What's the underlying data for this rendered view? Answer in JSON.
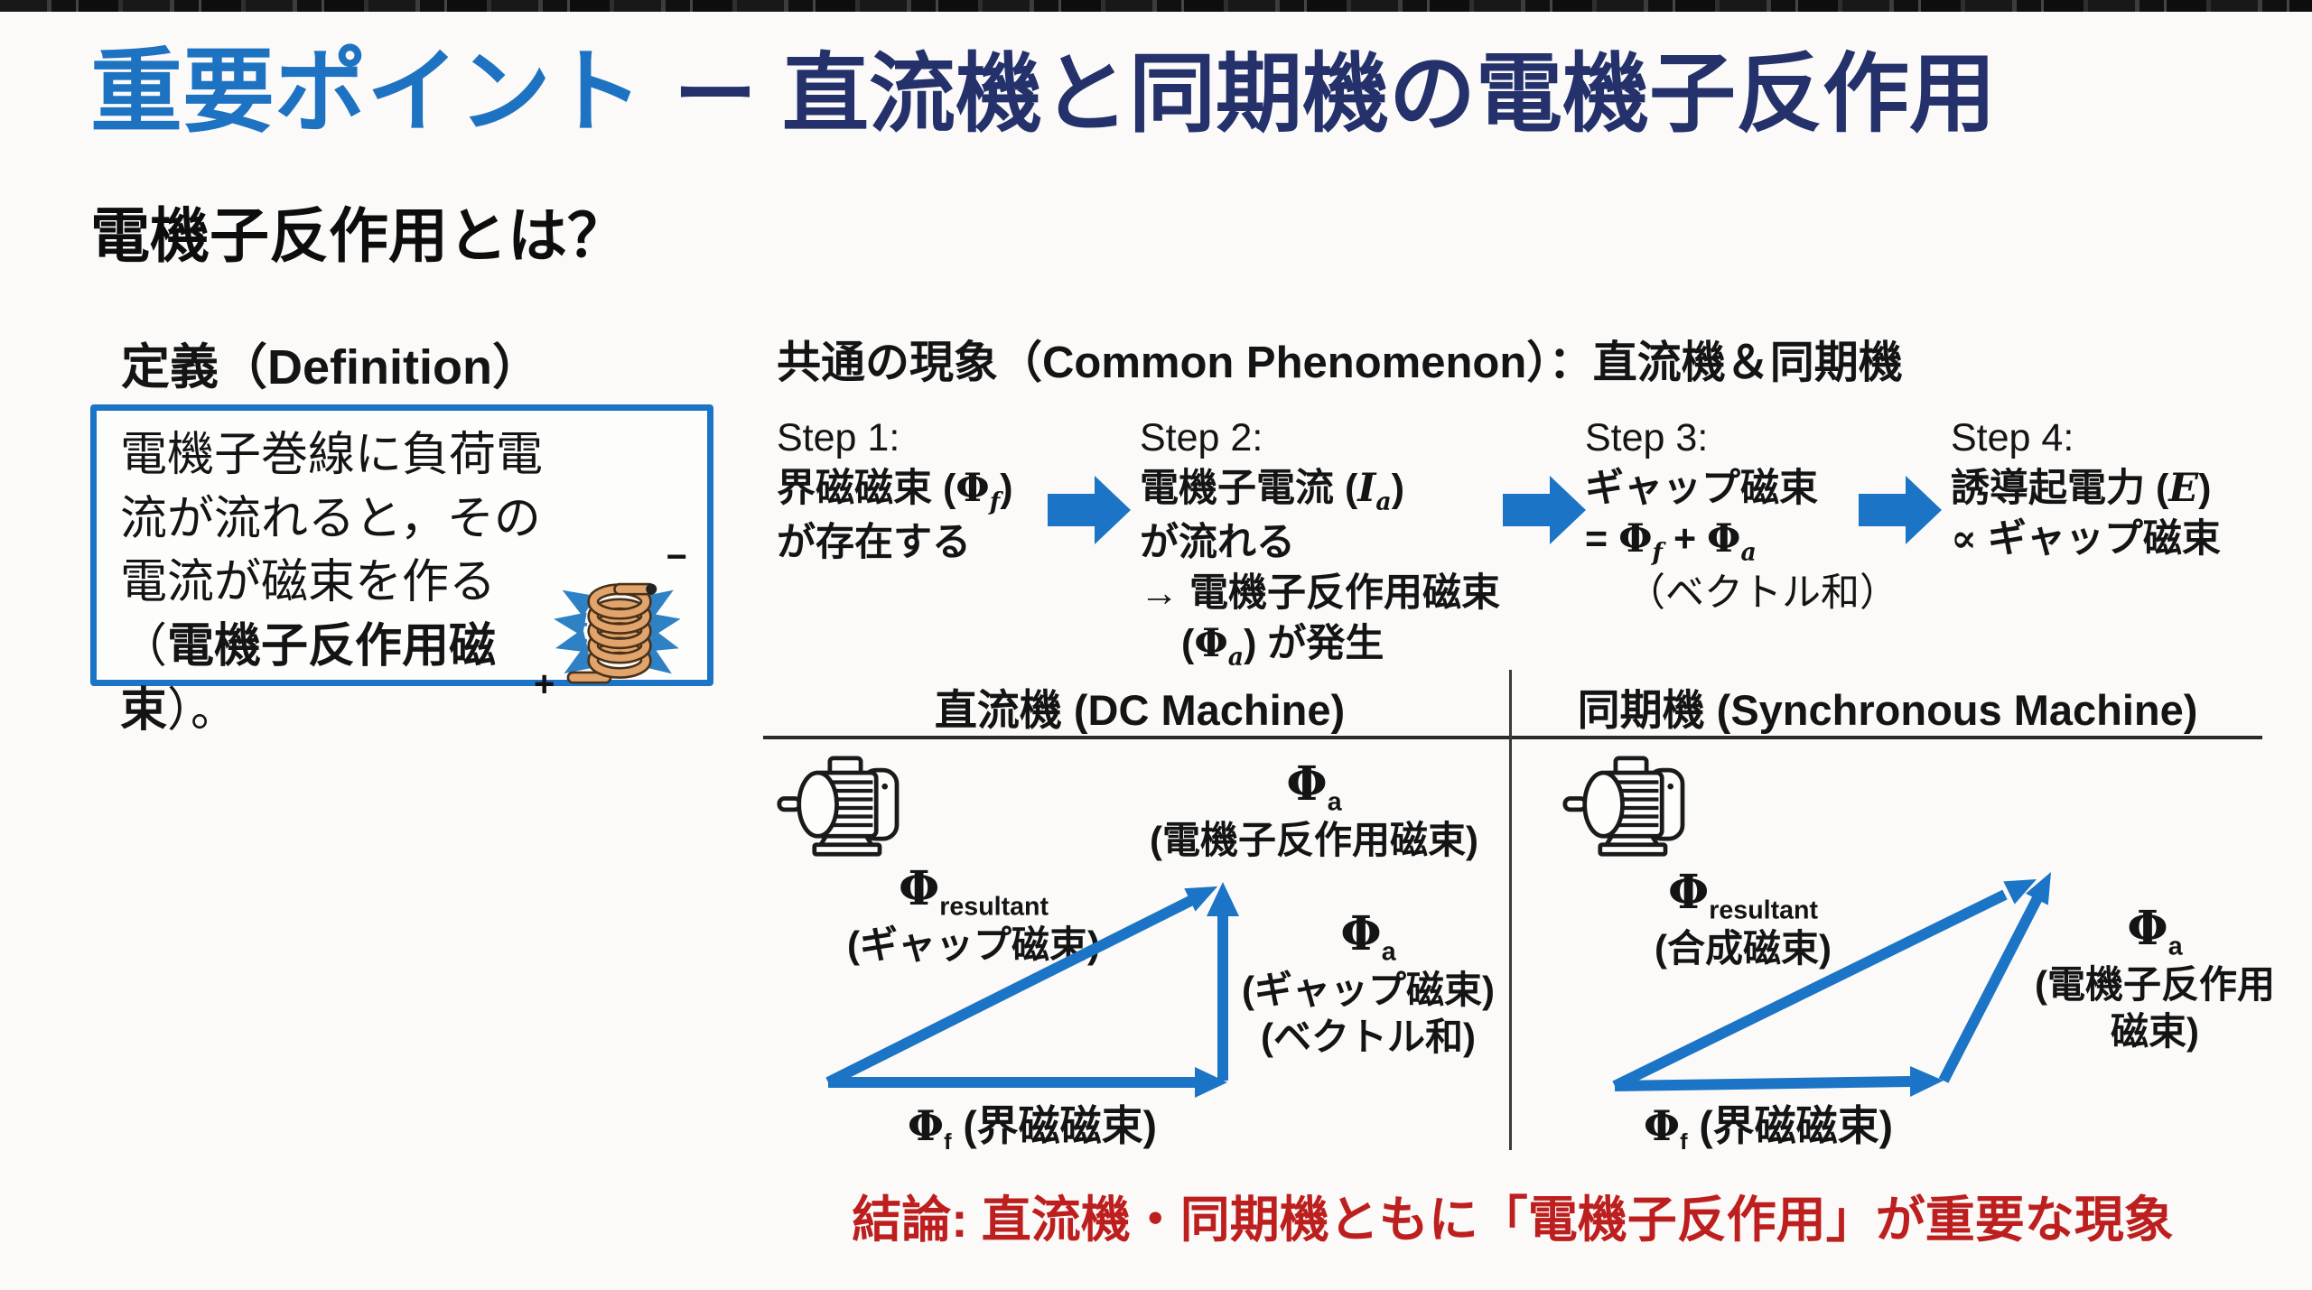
{
  "colors": {
    "accent": "#1b74c5",
    "title_blue": "#1d73c2",
    "title_navy": "#24316b",
    "red": "#bd1f1f",
    "ink": "#141414",
    "coil": "#e0a46c",
    "coil_dark": "#4a3017",
    "line": "#2b2b2b"
  },
  "title": {
    "highlight": "重要ポイント",
    "separator": "ー",
    "rest": "直流機と同期機の電機子反作用"
  },
  "subtitle": "電機子反作用とは？",
  "definition": {
    "heading": "定義（Definition）",
    "body_pre": "電機子巻線に負荷電流が流れると，その電流が磁束を作る（",
    "body_bold": "電機子反作用磁束",
    "body_post": "）。",
    "coil_plus": "+",
    "coil_minus": "−"
  },
  "common": {
    "heading": "共通の現象（Common Phenomenon）：直流機＆同期機",
    "steps": [
      {
        "label": "Step 1:",
        "lines": [
          [
            {
              "t": "界磁磁束 ("
            },
            {
              "m": "Φ"
            },
            {
              "s": "f"
            },
            {
              "t": ")"
            }
          ],
          [
            {
              "t": "が存在する"
            }
          ]
        ]
      },
      {
        "label": "Step 2:",
        "lines": [
          [
            {
              "t": "電機子電流 ("
            },
            {
              "i": "I"
            },
            {
              "s": "a"
            },
            {
              "t": ")"
            }
          ],
          [
            {
              "t": "が流れる"
            }
          ],
          [
            {
              "t": "→ 電機子反作用磁束"
            }
          ],
          [
            {
              "t": "("
            },
            {
              "m": "Φ"
            },
            {
              "s": "a"
            },
            {
              "t": ") が発生"
            }
          ]
        ]
      },
      {
        "label": "Step 3:",
        "lines": [
          [
            {
              "t": "ギャップ磁束"
            }
          ],
          [
            {
              "t": "= "
            },
            {
              "m": "Φ"
            },
            {
              "s": "f"
            },
            {
              "t": " + "
            },
            {
              "m": "Φ"
            },
            {
              "s": "a"
            }
          ],
          [
            {
              "t": "（ベクトル和）"
            }
          ]
        ]
      },
      {
        "label": "Step 4:",
        "lines": [
          [
            {
              "t": "誘導起電力 ("
            },
            {
              "i": "E"
            },
            {
              "t": ")"
            }
          ],
          [
            {
              "m": "∝"
            },
            {
              "t": " ギャップ磁束"
            }
          ]
        ]
      }
    ]
  },
  "comparison": {
    "dc": {
      "header": "直流機 (DC Machine)",
      "label_top": [
        [
          {
            "m": "Φ"
          },
          {
            "s": "a"
          }
        ],
        [
          {
            "t": "(電機子反作用磁束)"
          }
        ]
      ],
      "label_left": [
        [
          {
            "m": "Φ"
          },
          {
            "s": "resultant"
          }
        ],
        [
          {
            "t": "(ギャップ磁束)"
          }
        ]
      ],
      "label_right": [
        [
          {
            "m": "Φ"
          },
          {
            "s": "a"
          }
        ],
        [
          {
            "t": "(ギャップ磁束)"
          }
        ],
        [
          {
            "t": "(ベクトル和)"
          }
        ]
      ],
      "label_bottom": [
        [
          {
            "m": "Φ"
          },
          {
            "s": "f"
          },
          {
            "t": " (界磁磁束)"
          }
        ]
      ]
    },
    "sync": {
      "header": "同期機 (Synchronous Machine)",
      "label_left": [
        [
          {
            "m": "Φ"
          },
          {
            "s": "resultant"
          }
        ],
        [
          {
            "t": "(合成磁束)"
          }
        ]
      ],
      "label_right": [
        [
          {
            "m": "Φ"
          },
          {
            "s": "a"
          }
        ],
        [
          {
            "t": "(電機子反作用"
          }
        ],
        [
          {
            "t": "磁束)"
          }
        ]
      ],
      "label_bottom": [
        [
          {
            "m": "Φ"
          },
          {
            "s": "f"
          },
          {
            "t": " (界磁磁束)"
          }
        ]
      ]
    }
  },
  "conclusion": "結論: 直流機・同期機ともに「電機子反作用」が重要な現象"
}
